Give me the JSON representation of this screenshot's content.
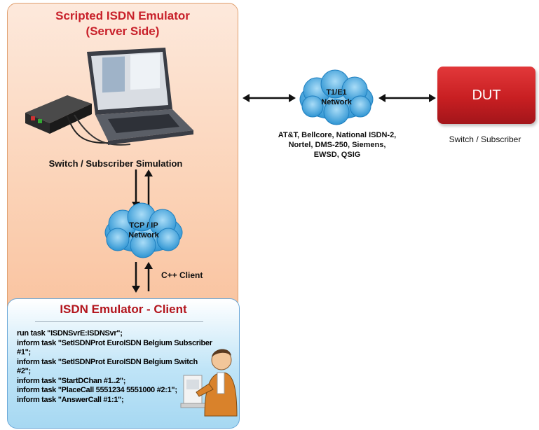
{
  "server": {
    "title_line1": "Scripted ISDN Emulator",
    "title_line2": "(Server Side)",
    "caption": "Switch / Subscriber Simulation"
  },
  "tcp_network": {
    "line1": "TCP / IP",
    "line2": "Network"
  },
  "cpp_client_label": "C++ Client",
  "client": {
    "title": "ISDN Emulator  - Client",
    "script_lines": [
      "run task \"ISDNSvrE:ISDNSvr\";",
      "inform task \"SetISDNProt EuroISDN  Belgium Subscriber #1\";",
      "inform task \"SetISDNProt EuroISDN  Belgium Switch #2\";",
      "inform task \"StartDChan #1..2\";",
      "inform task \"PlaceCall 5551234 5551000 #2:1\";",
      "inform task \"AnswerCall #1:1\";"
    ]
  },
  "t1_network": {
    "line1": "T1/E1",
    "line2": "Network",
    "protocols_line1": "AT&T, Bellcore, National ISDN-2,",
    "protocols_line2": "Nortel, DMS-250, Siemens,",
    "protocols_line3": "EWSD, QSIG"
  },
  "dut": {
    "label": "DUT",
    "caption": "Switch / Subscriber"
  },
  "colors": {
    "title_red": "#c8202a",
    "cloud_blue": "#3aa7e0",
    "dut_red": "#c81f22",
    "server_panel": "#fbd2b6",
    "client_panel": "#bfe4f7"
  }
}
